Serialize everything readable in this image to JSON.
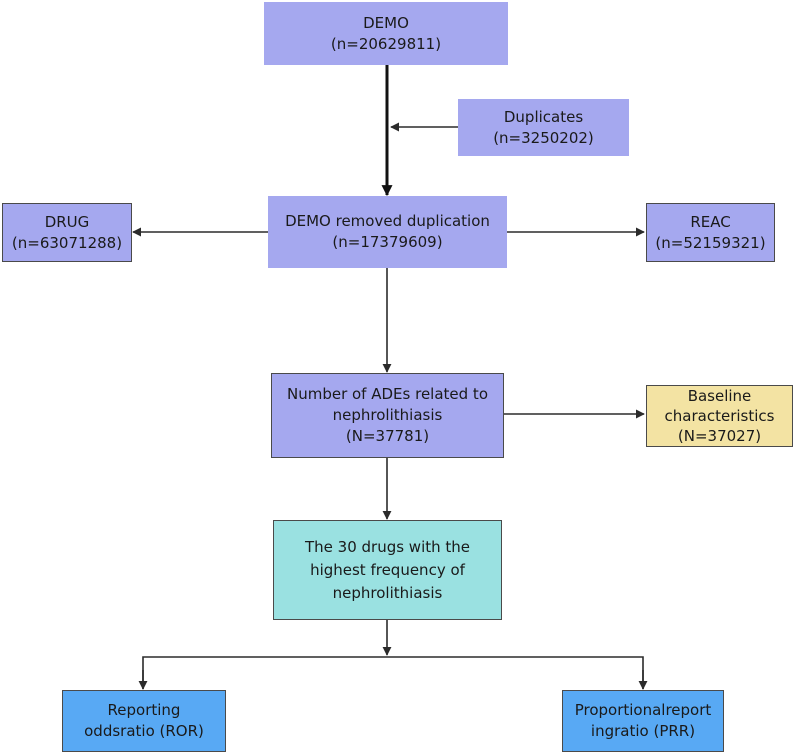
{
  "nodes": {
    "demo": {
      "lines": [
        "DEMO",
        "(n=20629811)"
      ]
    },
    "duplicates": {
      "lines": [
        "Duplicates",
        "(n=3250202)"
      ]
    },
    "demo_removed": {
      "lines": [
        "DEMO removed duplication",
        "(n=17379609)"
      ]
    },
    "drug": {
      "lines": [
        "DRUG",
        "(n=63071288)"
      ]
    },
    "reac": {
      "lines": [
        "REAC",
        "(n=52159321)"
      ]
    },
    "ades": {
      "lines": [
        "Number of ADEs related to",
        "nephrolithiasis",
        "(N=37781)"
      ]
    },
    "baseline": {
      "lines": [
        "Baseline",
        "characteristics",
        "(N=37027)"
      ]
    },
    "top30": {
      "lines": [
        "The 30 drugs with the",
        "highest frequency of",
        "nephrolithiasis"
      ]
    },
    "ror": {
      "lines": [
        "Reporting",
        "oddsratio (ROR)"
      ]
    },
    "prr": {
      "lines": [
        "Proportionalreport",
        "ingratio (PRR)"
      ]
    }
  },
  "colors": {
    "purple": "#a5a8ef",
    "yellow": "#f3e3a3",
    "teal": "#9ae1e1",
    "blue": "#58a9f4",
    "border": "#4a4a4a",
    "arrow": "#2b2b2b"
  }
}
